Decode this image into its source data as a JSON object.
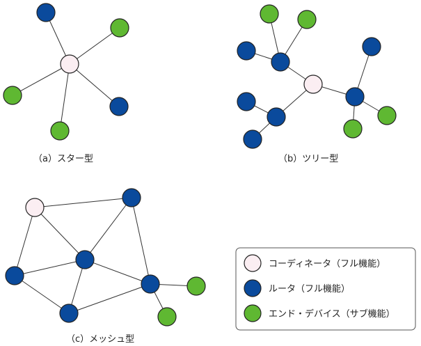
{
  "colors": {
    "coordinator": "#fbeef2",
    "router": "#0a4a9c",
    "end_device": "#5fb832",
    "edge": "#333333",
    "legend_border": "#555555"
  },
  "diagrams": {
    "star": {
      "caption": "（a）スター型",
      "nodes": [
        {
          "id": "c",
          "role": "coordinator"
        },
        {
          "id": "r1",
          "role": "router"
        },
        {
          "id": "e1",
          "role": "end_device"
        },
        {
          "id": "e2",
          "role": "end_device"
        },
        {
          "id": "r2",
          "role": "router"
        },
        {
          "id": "e3",
          "role": "end_device"
        }
      ],
      "edges": [
        [
          "c",
          "r1"
        ],
        [
          "c",
          "e1"
        ],
        [
          "c",
          "e2"
        ],
        [
          "c",
          "r2"
        ],
        [
          "c",
          "e3"
        ]
      ]
    },
    "tree": {
      "caption": "（b）ツリー型",
      "nodes": [
        {
          "id": "c",
          "role": "coordinator"
        },
        {
          "id": "ra",
          "role": "router"
        },
        {
          "id": "rb",
          "role": "router"
        },
        {
          "id": "rc",
          "role": "router"
        },
        {
          "id": "ea1",
          "role": "end_device"
        },
        {
          "id": "ea2",
          "role": "end_device"
        },
        {
          "id": "ra3",
          "role": "router"
        },
        {
          "id": "rb1",
          "role": "router"
        },
        {
          "id": "rb2",
          "role": "router"
        },
        {
          "id": "rc1",
          "role": "router"
        },
        {
          "id": "ec1",
          "role": "end_device"
        },
        {
          "id": "ec2",
          "role": "end_device"
        }
      ],
      "edges": [
        [
          "c",
          "ra"
        ],
        [
          "c",
          "rb"
        ],
        [
          "c",
          "rc"
        ],
        [
          "ra",
          "ea1"
        ],
        [
          "ra",
          "ea2"
        ],
        [
          "ra",
          "ra3"
        ],
        [
          "rb",
          "rb1"
        ],
        [
          "rb",
          "rb2"
        ],
        [
          "rc",
          "rc1"
        ],
        [
          "rc",
          "ec1"
        ],
        [
          "rc",
          "ec2"
        ]
      ]
    },
    "mesh": {
      "caption": "（c）メッシュ型",
      "nodes": [
        {
          "id": "c",
          "role": "coordinator"
        },
        {
          "id": "r1",
          "role": "router"
        },
        {
          "id": "r2",
          "role": "router"
        },
        {
          "id": "r3",
          "role": "router"
        },
        {
          "id": "r4",
          "role": "router"
        },
        {
          "id": "r5",
          "role": "router"
        },
        {
          "id": "e1",
          "role": "end_device"
        },
        {
          "id": "e2",
          "role": "end_device"
        }
      ],
      "edges": [
        [
          "c",
          "r1"
        ],
        [
          "c",
          "r2"
        ],
        [
          "c",
          "r3"
        ],
        [
          "r1",
          "r2"
        ],
        [
          "r1",
          "r4"
        ],
        [
          "r2",
          "r5"
        ],
        [
          "r2",
          "r3"
        ],
        [
          "r2",
          "r4"
        ],
        [
          "r3",
          "r5"
        ],
        [
          "r4",
          "r5"
        ],
        [
          "r4",
          "e1"
        ],
        [
          "r4",
          "e2"
        ]
      ]
    }
  },
  "legend": {
    "items": [
      {
        "role": "coordinator",
        "label": "コーディネータ（フル機能）"
      },
      {
        "role": "router",
        "label": "ルータ（フル機能）"
      },
      {
        "role": "end_device",
        "label": "エンド・デバイス（サブ機能）"
      }
    ]
  }
}
